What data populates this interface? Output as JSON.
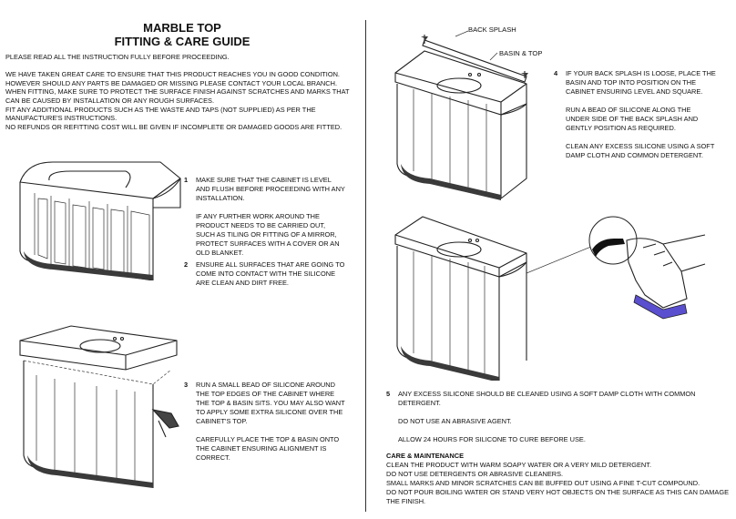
{
  "header": {
    "title_line1": "MARBLE TOP",
    "title_line2": "FITTING & CARE GUIDE"
  },
  "intro": {
    "p1": "PLEASE READ ALL THE INSTRUCTION FULLY BEFORE PROCEEDING.",
    "p2": "WE HAVE TAKEN GREAT CARE TO ENSURE THAT THIS PRODUCT REACHES YOU IN GOOD CONDITION. HOWEVER SHOULD ANY PARTS BE DAMAGED OR MISSING PLEASE CONTACT YOUR LOCAL BRANCH.",
    "p3": "WHEN FITTING, MAKE SURE TO PROTECT THE SURFACE FINISH AGAINST SCRATCHES AND MARKS THAT CAN BE CAUSED BY INSTALLATION OR ANY ROUGH SURFACES.",
    "p4": "FIT ANY ADDITIONAL PRODUCTS SUCH AS THE WASTE AND TAPS (NOT SUPPLIED) AS PER THE MANUFACTURE'S INSTRUCTIONS.",
    "p5": "NO REFUNDS OR REFITTING COST WILL BE GIVEN IF INCOMPLETE OR DAMAGED GOODS ARE FITTED."
  },
  "steps": [
    {
      "number": "1",
      "text1": "MAKE SURE THAT THE CABINET IS LEVEL AND FLUSH BEFORE PROCEEDING WITH ANY INSTALLATION.",
      "text2": "IF ANY FURTHER WORK AROUND THE PRODUCT NEEDS TO BE CARRIED OUT, SUCH AS TILING OR FITTING OF A MIRROR, PROTECT SURFACES WITH A COVER OR AN OLD BLANKET."
    },
    {
      "number": "2",
      "text1": "ENSURE ALL SURFACES THAT ARE GOING TO COME INTO CONTACT WITH THE SILICONE ARE CLEAN AND DIRT FREE."
    },
    {
      "number": "3",
      "text1": "RUN A SMALL BEAD OF SILICONE AROUND THE TOP EDGES OF THE CABINET WHERE THE TOP & BASIN SITS. YOU MAY ALSO WANT TO APPLY SOME EXTRA SILICONE OVER THE CABINET'S TOP.",
      "text2": "CAREFULLY PLACE THE TOP & BASIN ONTO THE CABINET ENSURING ALIGNMENT IS CORRECT."
    },
    {
      "number": "4",
      "text1": "IF YOUR BACK SPLASH IS LOOSE, PLACE THE BASIN AND TOP INTO POSITION ON THE CABINET ENSURING LEVEL AND SQUARE.",
      "text2": "RUN A BEAD OF SILICONE ALONG THE UNDER SIDE OF THE BACK SPLASH AND GENTLY POSITION AS REQUIRED.",
      "text3": "CLEAN ANY EXCESS SILICONE USING A SOFT DAMP CLOTH AND COMMON DETERGENT."
    },
    {
      "number": "5",
      "text1": "ANY EXCESS SILICONE SHOULD BE CLEANED USING A SOFT DAMP CLOTH WITH COMMON DETERGENT.",
      "text2": "DO NOT USE AN ABRASIVE AGENT.",
      "text3": "ALLOW 24 HOURS FOR SILICONE TO CURE BEFORE USE."
    }
  ],
  "callouts": {
    "back_splash": "BACK SPLASH",
    "basin_top": "BASIN & TOP"
  },
  "care": {
    "heading": "CARE & MAINTENANCE",
    "line1": "CLEAN THE PRODUCT WITH WARM SOAPY WATER OR A VERY MILD DETERGENT.",
    "line2": "DO NOT USE DETERGENTS OR ABRASIVE CLEANERS.",
    "line3": "SMALL MARKS AND MINOR SCRATCHES CAN BE BUFFED OUT USING A FINE T-CUT COMPOUND.",
    "line4": "DO NOT POUR BOILING WATER OR STAND VERY HOT OBJECTS ON THE SURFACE AS THIS CAN DAMAGE THE FINISH."
  }
}
